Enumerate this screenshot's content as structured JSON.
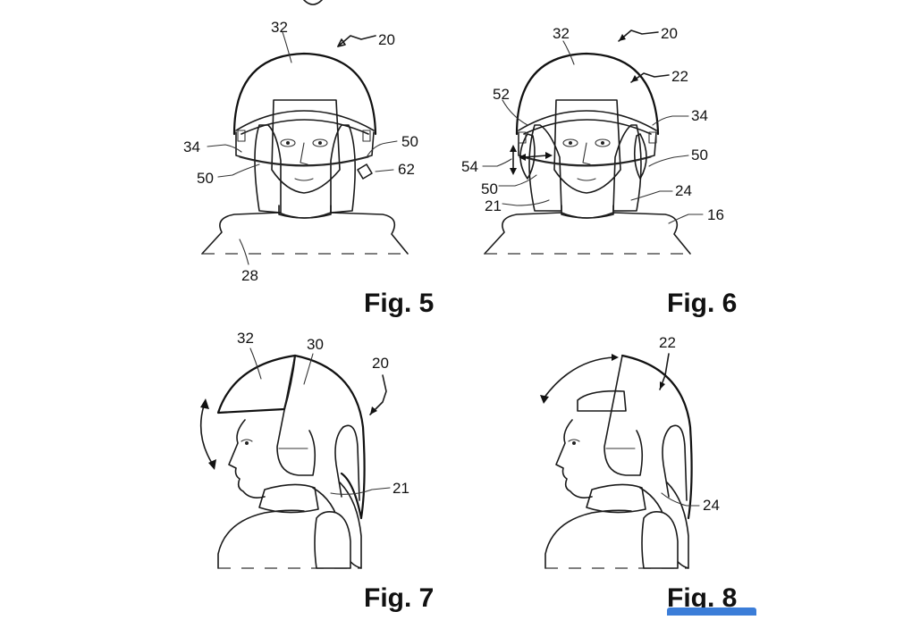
{
  "figures": [
    {
      "caption": "Fig. 5",
      "labels": [
        "32",
        "20",
        "34",
        "50",
        "50",
        "62",
        "28"
      ]
    },
    {
      "caption": "Fig. 6",
      "labels": [
        "32",
        "20",
        "22",
        "52",
        "34",
        "50",
        "54",
        "50",
        "24",
        "21",
        "16"
      ]
    },
    {
      "caption": "Fig. 7",
      "labels": [
        "32",
        "30",
        "20",
        "21"
      ]
    },
    {
      "caption": "Fig. 8",
      "labels": [
        "22",
        "24"
      ]
    }
  ],
  "corner_button": {
    "label": ""
  },
  "colors": {
    "line": "#1a1a1a",
    "background": "#ffffff",
    "button": "#3b7dd8"
  }
}
